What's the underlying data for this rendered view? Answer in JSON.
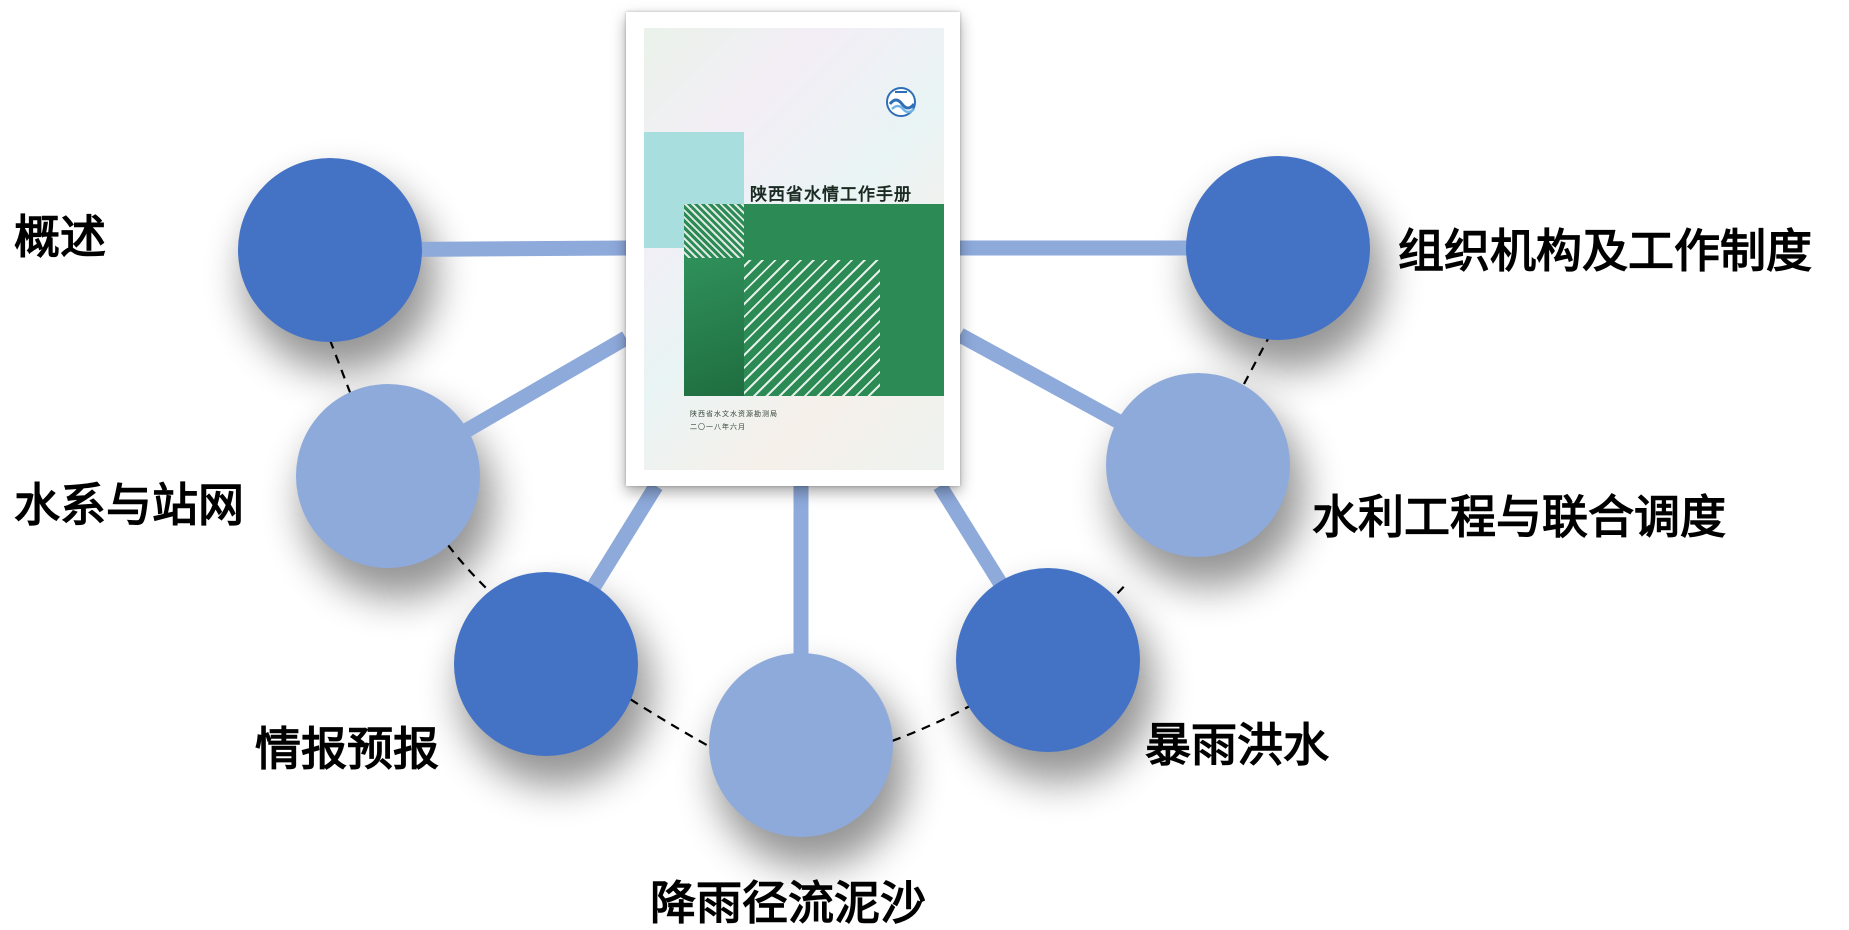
{
  "colors": {
    "dark_node": "#4472c4",
    "light_node": "#8eaadb",
    "connector": "#8eaadb",
    "ring_dash": "#000000",
    "cover_green": "#2c8a55",
    "cover_teal": "#a8dedd"
  },
  "book": {
    "title": "陕西省水情工作手册",
    "publisher": "陕西省水文水资源勘测局",
    "date": "二〇一八年六月",
    "logo_icon": "hydrology-emblem-icon"
  },
  "nodes": [
    {
      "id": "overview",
      "label": "概述",
      "tone": "dark"
    },
    {
      "id": "water-system",
      "label": "水系与站网",
      "tone": "light"
    },
    {
      "id": "forecast",
      "label": "情报预报",
      "tone": "dark"
    },
    {
      "id": "rainfall-runoff",
      "label": "降雨径流泥沙",
      "tone": "light"
    },
    {
      "id": "rainstorm-flood",
      "label": "暴雨洪水",
      "tone": "dark"
    },
    {
      "id": "hydraulic-dispatch",
      "label": "水利工程与联合调度",
      "tone": "light"
    },
    {
      "id": "organization",
      "label": "组织机构及工作制度",
      "tone": "dark"
    }
  ]
}
